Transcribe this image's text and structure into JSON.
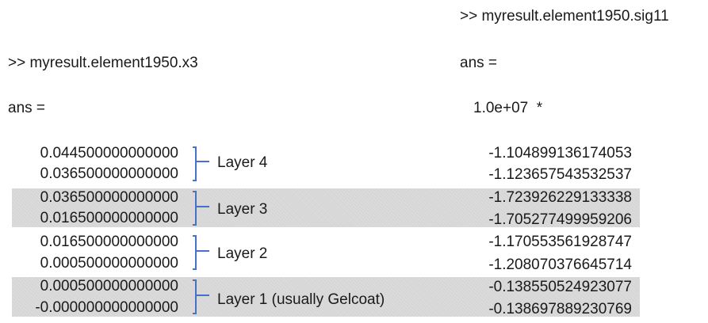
{
  "left": {
    "command": ">> myresult.element1950.x3",
    "ans_label": "ans =",
    "values": [
      "0.044500000000000",
      "0.036500000000000",
      "0.036500000000000",
      "0.016500000000000",
      "0.016500000000000",
      "0.000500000000000",
      "0.000500000000000",
      "-0.000000000000000"
    ]
  },
  "right": {
    "command": ">> myresult.element1950.sig11",
    "ans_label": "ans =",
    "scale": "1.0e+07  *",
    "values": [
      "-1.104899136174053",
      "-1.123657543532537",
      "-1.723926229133338",
      "-1.705277499959206",
      "-1.170553561928747",
      "-1.208070376645714",
      "-0.138550524923077",
      "-0.138697889230769"
    ]
  },
  "layers": [
    {
      "label": "Layer 4"
    },
    {
      "label": "Layer 3"
    },
    {
      "label": "Layer 2"
    },
    {
      "label": "Layer 1 (usually Gelcoat)"
    }
  ],
  "colors": {
    "brace": "#4472c4",
    "band": "#d6d6d6",
    "text": "#1a1a1a"
  }
}
